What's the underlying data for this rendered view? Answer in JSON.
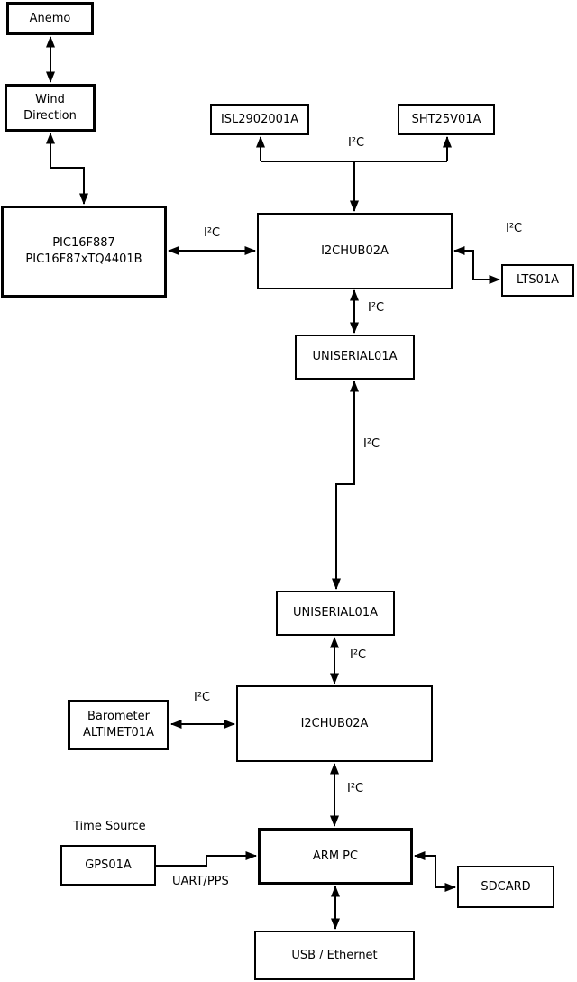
{
  "diagram": {
    "nodes": {
      "anemo": {
        "label": "Anemo"
      },
      "wind_direction": {
        "label": "Wind\nDirection"
      },
      "pic": {
        "label": "PIC16F887\nPIC16F87xTQ4401B"
      },
      "isl": {
        "label": "ISL2902001A"
      },
      "sht": {
        "label": "SHT25V01A"
      },
      "hub1": {
        "label": "I2CHUB02A"
      },
      "lts": {
        "label": "LTS01A"
      },
      "uniserial1": {
        "label": "UNISERIAL01A"
      },
      "uniserial2": {
        "label": "UNISERIAL01A"
      },
      "barometer": {
        "label": "Barometer\nALTIMET01A"
      },
      "hub2": {
        "label": "I2CHUB02A"
      },
      "arm_pc": {
        "label": "ARM PC"
      },
      "gps": {
        "label": "GPS01A"
      },
      "sdcard": {
        "label": "SDCARD"
      },
      "usb_ethernet": {
        "label": "USB / Ethernet"
      }
    },
    "edge_labels": {
      "top_bus": "I²C",
      "pic_hub1": "I²C",
      "hub1_lts": "I²C",
      "hub1_serial1": "I²C",
      "serial_link": "I²C",
      "serial2_hub2": "I²C",
      "barometer_hub2": "I²C",
      "hub2_arm": "I²C",
      "uart_pps": "UART/PPS",
      "time_source": "Time Source"
    },
    "colors": {
      "line": "#000000",
      "box_fill": "#ffffff",
      "background": "#ffffff",
      "text": "#000000"
    }
  }
}
